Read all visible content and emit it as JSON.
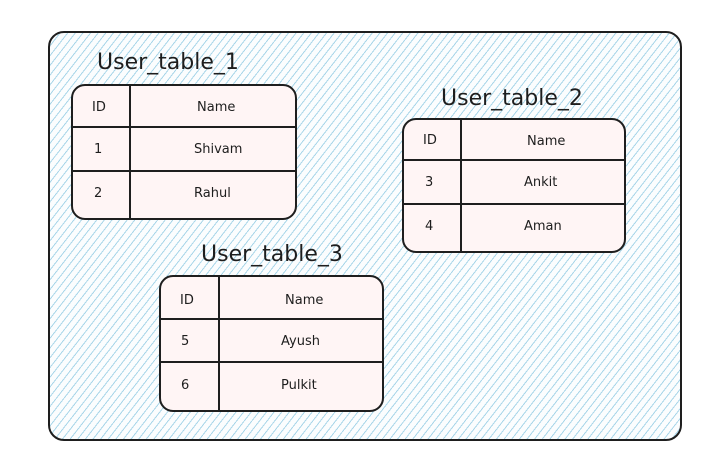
{
  "tables": [
    {
      "title": "User_table_1",
      "columns": [
        "ID",
        "Name"
      ],
      "rows": [
        [
          "1",
          "Shivam"
        ],
        [
          "2",
          "Rahul"
        ]
      ]
    },
    {
      "title": "User_table_2",
      "columns": [
        "ID",
        "Name"
      ],
      "rows": [
        [
          "3",
          "Ankit"
        ],
        [
          "4",
          "Aman"
        ]
      ]
    },
    {
      "title": "User_table_3",
      "columns": [
        "ID",
        "Name"
      ],
      "rows": [
        [
          "5",
          "Ayush"
        ],
        [
          "6",
          "Pulkit"
        ]
      ]
    }
  ],
  "colors": {
    "container_hatch": "#a9d6e9",
    "table_fill": "#fff5f5",
    "stroke": "#1e1e1e"
  }
}
